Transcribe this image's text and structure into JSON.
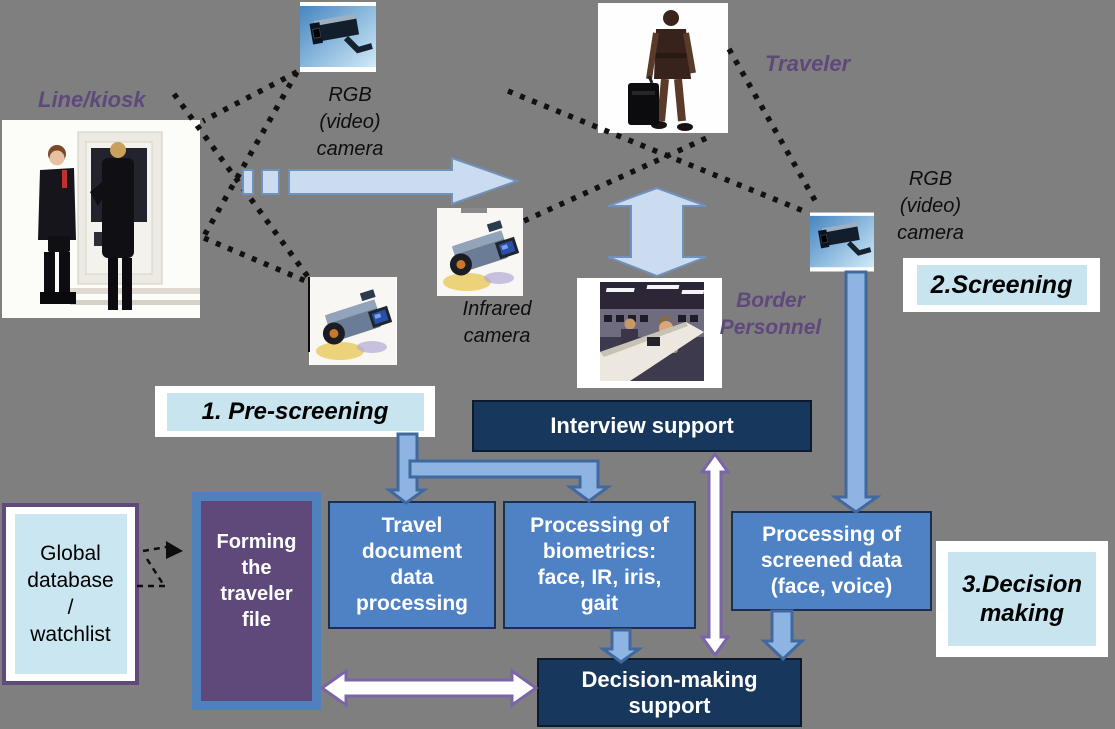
{
  "labels": {
    "line_kiosk": "Line/kiosk",
    "traveler": "Traveler",
    "border_personnel": "Border\nPersonnel",
    "rgb_camera_top": "RGB\n(video)\ncamera",
    "infrared_camera": "Infrared\ncamera",
    "rgb_camera_right": "RGB\n(video)\ncamera"
  },
  "steps": {
    "step1": "1. Pre-screening",
    "step2": "2.Screening",
    "step3": "3.Decision\nmaking"
  },
  "boxes": {
    "interview_support": "Interview support",
    "global_database": "Global\ndatabase\n/\nwatchlist",
    "forming_traveler_file": "Forming\nthe\ntraveler\nfile",
    "travel_document": "Travel\ndocument\ndata\nprocessing",
    "biometrics": "Processing of\nbiometrics:\nface, IR, iris,\ngait",
    "screened_data": "Processing of\nscreened data\n(face, voice)",
    "decision_support": "Decision-making\nsupport"
  },
  "icons": {
    "kiosk_photo": "people-at-kiosk-photo",
    "traveler_photo": "traveler-with-suitcase-photo",
    "personnel_photo": "border-personnel-office-photo",
    "surveillance_camera": "surveillance-camera-icon",
    "camcorder": "camcorder-icon"
  },
  "colors": {
    "bg": "#7f7f7f",
    "purple_label": "#5f497a",
    "light_blue": "#c7e4ef",
    "navy": "#17375d",
    "mid_blue": "#4e82c4",
    "forming_purple": "#5f497a",
    "forming_border": "#4f81bd",
    "global_border": "#60497b",
    "global_fill": "#c9e6f1"
  }
}
